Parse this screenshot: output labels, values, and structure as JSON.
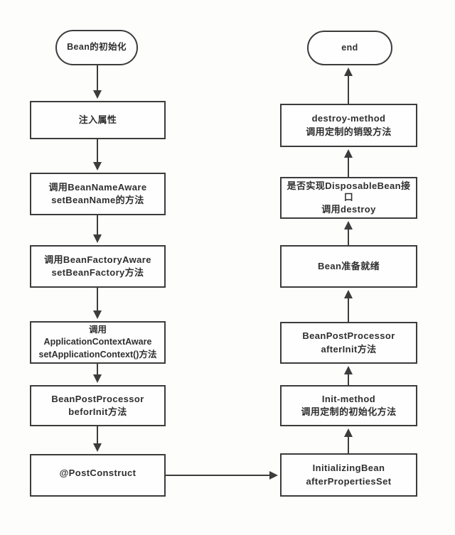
{
  "flowchart": {
    "start_node": {
      "label": "Bean的初始化"
    },
    "end_node": {
      "label": "end"
    },
    "left_steps": [
      {
        "label": "注入属性"
      },
      {
        "label": "调用BeanNameAware\nsetBeanName的方法"
      },
      {
        "label": "调用BeanFactoryAware\nsetBeanFactory方法"
      },
      {
        "label": "调用\nApplicationContextAware\nsetApplicationContext()方法"
      },
      {
        "label": "BeanPostProcessor\nbeforInit方法"
      },
      {
        "label": "@PostConstruct"
      }
    ],
    "right_steps": [
      {
        "label": "InitializingBean\nafterPropertiesSet"
      },
      {
        "label": "Init-method\n调用定制的初始化方法"
      },
      {
        "label": "BeanPostProcessor\nafterInit方法"
      },
      {
        "label": "Bean准备就绪"
      },
      {
        "label": "是否实现DisposableBean接\n口\n调用destroy"
      },
      {
        "label": "destroy-method\n调用定制的销毁方法"
      }
    ],
    "colors": {
      "background": "#fdfdfc",
      "box_fill": "#fefefe",
      "border": "#3c3c3c",
      "text": "#2f2f2f"
    }
  }
}
